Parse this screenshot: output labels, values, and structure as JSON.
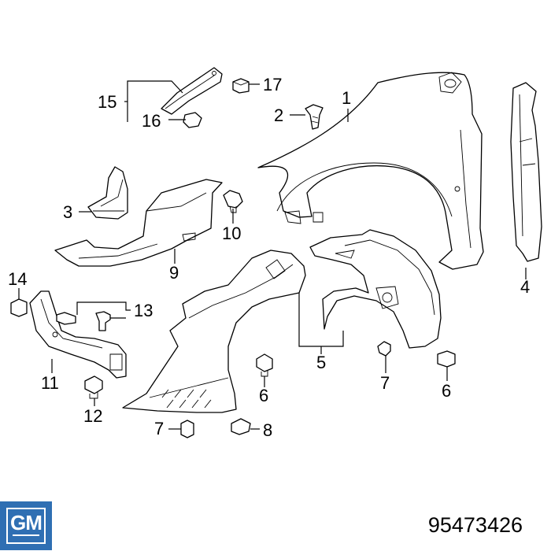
{
  "diagram": {
    "callouts": {
      "c1": "1",
      "c2": "2",
      "c3": "3",
      "c4": "4",
      "c5": "5",
      "c6a": "6",
      "c6b": "6",
      "c7a": "7",
      "c7b": "7",
      "c8": "8",
      "c9": "9",
      "c10": "10",
      "c11": "11",
      "c12": "12",
      "c13": "13",
      "c14": "14",
      "c15": "15",
      "c16": "16",
      "c17": "17"
    }
  },
  "logo": {
    "text": "GM",
    "color": "#2f6fb3"
  },
  "part_number": "95473426"
}
